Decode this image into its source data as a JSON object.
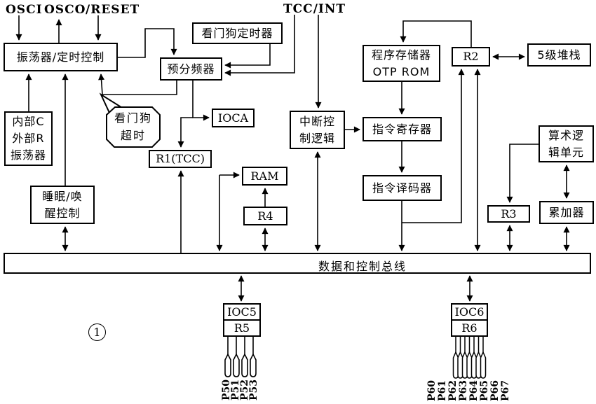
{
  "diagram": {
    "signals": {
      "osci": "OSCI",
      "osco": "OSCO",
      "reset": "/RESET",
      "tcc_int": "TCC/INT"
    },
    "blocks": {
      "osc_timing": "振荡器/定时控制",
      "watchdog_timer": "看门狗定时器",
      "prescaler": "预分频器",
      "rc_oscillator": "内部C\n外部R\n振荡器",
      "watchdog_timeout": "看门狗\n超时",
      "ioca": "IOCA",
      "r1_tcc": "R1(TCC)",
      "sleep_wake": "睡眠/唤\n醒控制",
      "ram": "RAM",
      "r4": "R4",
      "interrupt_logic": "中断控\n制逻辑",
      "program_memory": "程序存储器\nOTP ROM",
      "r2": "R2",
      "stack": "5级堆栈",
      "instruction_register": "指令寄存器",
      "instruction_decoder": "指令译码器",
      "alu": "算术逻\n辑单元",
      "r3": "R3",
      "accumulator": "累加器",
      "data_bus": "数据和控制总线",
      "ioc5": "IOC5",
      "r5": "R5",
      "ioc6": "IOC6",
      "r6": "R6"
    },
    "note": {
      "circled_number": "1"
    },
    "ports": {
      "p5": [
        "P50",
        "P51",
        "P52",
        "P53"
      ],
      "p6": [
        "P60",
        "P61",
        "P62",
        "P63",
        "P64",
        "P65",
        "P66",
        "P67"
      ]
    }
  }
}
